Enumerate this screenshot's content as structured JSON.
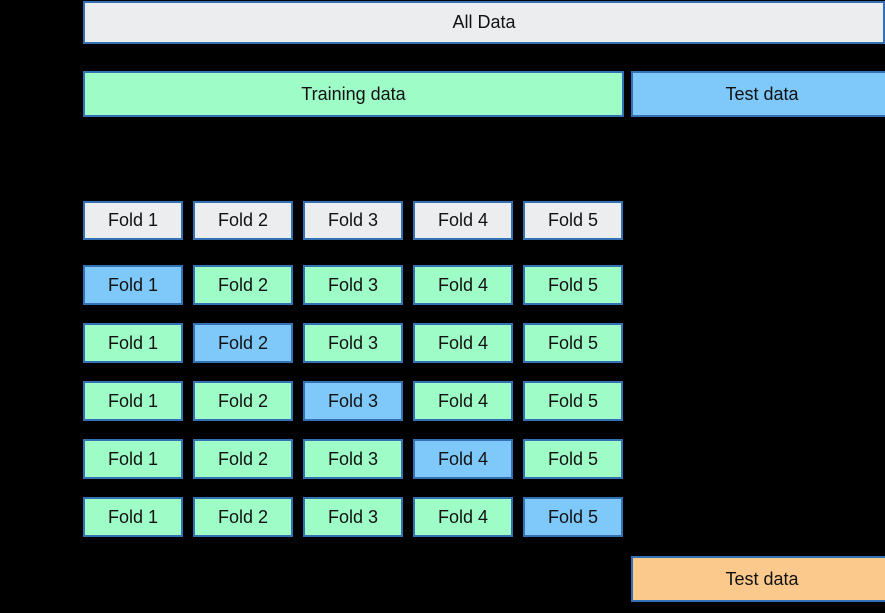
{
  "colors": {
    "background": "#000000",
    "box_border_blue": "#3470B4",
    "training_green": "#9EFCC7",
    "test_blue": "#7EC8FA",
    "neutral_gray": "#ECEDEF",
    "final_test_orange": "#FCC98D",
    "text": "#121212"
  },
  "all_data_bar": {
    "label": "All Data"
  },
  "train_test_split": {
    "training_label": "Training data",
    "test_label": "Test data"
  },
  "fold_headers": [
    "Fold 1",
    "Fold 2",
    "Fold 3",
    "Fold 4",
    "Fold 5"
  ],
  "cv_splits": [
    {
      "fold_labels": [
        "Fold 1",
        "Fold 2",
        "Fold 3",
        "Fold 4",
        "Fold 5"
      ],
      "test_fold_index": 0
    },
    {
      "fold_labels": [
        "Fold 1",
        "Fold 2",
        "Fold 3",
        "Fold 4",
        "Fold 5"
      ],
      "test_fold_index": 1
    },
    {
      "fold_labels": [
        "Fold 1",
        "Fold 2",
        "Fold 3",
        "Fold 4",
        "Fold 5"
      ],
      "test_fold_index": 2
    },
    {
      "fold_labels": [
        "Fold 1",
        "Fold 2",
        "Fold 3",
        "Fold 4",
        "Fold 5"
      ],
      "test_fold_index": 3
    },
    {
      "fold_labels": [
        "Fold 1",
        "Fold 2",
        "Fold 3",
        "Fold 4",
        "Fold 5"
      ],
      "test_fold_index": 4
    }
  ],
  "final_evaluation": {
    "test_label": "Test data"
  }
}
